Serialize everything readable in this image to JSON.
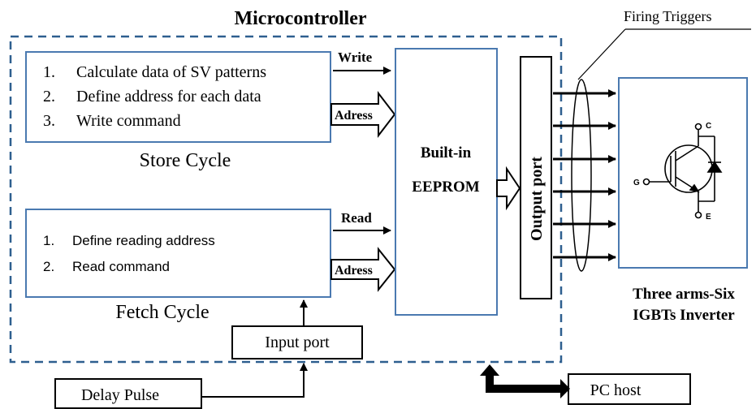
{
  "title": "Microcontroller",
  "store_box": {
    "items": [
      {
        "num": "1.",
        "text": "Calculate data of SV patterns"
      },
      {
        "num": "2.",
        "text": "Define address for each data"
      },
      {
        "num": "3.",
        "text": "Write command"
      }
    ],
    "caption": "Store Cycle"
  },
  "fetch_box": {
    "items": [
      {
        "num": "1.",
        "text": "Define reading address"
      },
      {
        "num": "2.",
        "text": "Read command"
      }
    ],
    "caption": "Fetch Cycle"
  },
  "arrows": {
    "write": "Write",
    "adress_top": "Adress",
    "read": "Read",
    "adress_bottom": "Adress"
  },
  "eeprom": {
    "line1": "Built-in",
    "line2": "EEPROM"
  },
  "output_port": "Output port",
  "input_port": "Input port",
  "delay_pulse": "Delay Pulse",
  "pc_host": "PC host",
  "firing_triggers": "Firing Triggers",
  "inverter": {
    "line1": "Three arms-Six",
    "line2": "IGBTs Inverter",
    "terminals": {
      "c": "C",
      "g": "G",
      "e": "E"
    }
  },
  "colors": {
    "box_border": "#4a79b0",
    "dashed_border": "#2e5f8f",
    "line": "#000000"
  }
}
